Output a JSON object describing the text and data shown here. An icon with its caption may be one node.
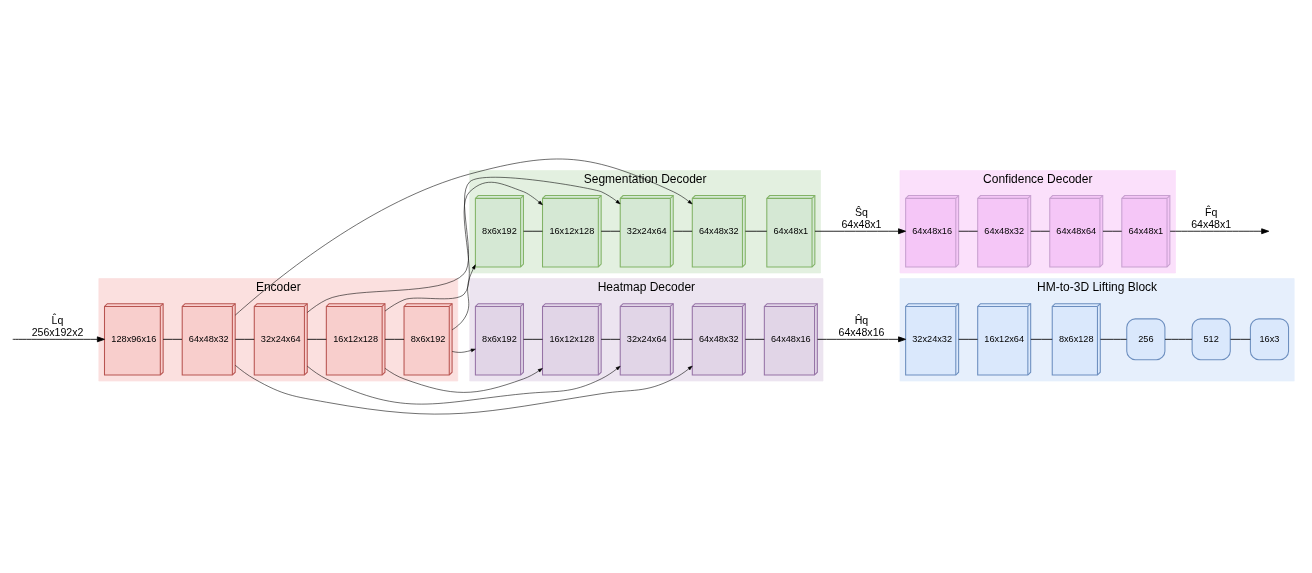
{
  "diagram": {
    "nodes": [
      {
        "text": [
          "Encoder"
        ]
      },
      {
        "text": [
          "128x96x16"
        ],
        "in": 0
      },
      {
        "text": [
          "64x48x32"
        ],
        "in": 0
      },
      {
        "text": [
          "32x24x64"
        ],
        "in": 0
      },
      {
        "text": [
          "16x12x128"
        ],
        "in": 0
      },
      {
        "text": [
          "8x6x192"
        ],
        "in": 0
      },
      {
        "text": [
          "Segmentation Decoder"
        ]
      },
      {
        "text": [
          "8x6x192"
        ],
        "in": 6
      },
      {
        "text": [
          "16x12x128"
        ],
        "in": 6
      },
      {
        "text": [
          "32x24x64"
        ],
        "in": 6
      },
      {
        "text": [
          "64x48x32"
        ],
        "in": 6
      },
      {
        "text": [
          "64x48x1"
        ],
        "in": 6
      },
      {
        "text": [
          "Heatmap Decoder"
        ]
      },
      {
        "text": [
          "8x6x192"
        ],
        "in": 12
      },
      {
        "text": [
          "16x12x128"
        ],
        "in": 12
      },
      {
        "text": [
          "32x24x64"
        ],
        "in": 12
      },
      {
        "text": [
          "64x48x32"
        ],
        "in": 12
      },
      {
        "text": [
          "64x48x16"
        ],
        "in": 12
      },
      {
        "text": [
          "Confidence Decoder"
        ]
      },
      {
        "text": [
          "64x48x16"
        ],
        "in": 18
      },
      {
        "text": [
          "64x48x32"
        ],
        "in": 18
      },
      {
        "text": [
          "64x48x64"
        ],
        "in": 18
      },
      {
        "text": [
          "64x48x1"
        ],
        "in": 18
      },
      {
        "text": [
          "HM-to-3D Lifting Block"
        ]
      },
      {
        "text": [
          "32x24x32"
        ],
        "in": 23
      },
      {
        "text": [
          "16x12x64"
        ],
        "in": 23
      },
      {
        "text": [
          "8x6x128"
        ],
        "in": 23
      },
      {
        "text": [
          "256"
        ],
        "in": 23
      },
      {
        "text": [
          "512"
        ],
        "in": 23
      },
      {
        "text": [
          "16x3"
        ],
        "in": 23
      }
    ],
    "edges": [
      {
        "from": null,
        "to": 1,
        "arrow": "to",
        "label": "L̂q 256x192x2"
      },
      {
        "from": 1,
        "to": 2,
        "arrow": "none"
      },
      {
        "from": 2,
        "to": 3,
        "arrow": "none"
      },
      {
        "from": 3,
        "to": 4,
        "arrow": "none"
      },
      {
        "from": 4,
        "to": 5,
        "arrow": "none"
      },
      {
        "from": 5,
        "to": 7,
        "arrow": "to"
      },
      {
        "from": 5,
        "to": 13,
        "arrow": "to"
      },
      {
        "from": 4,
        "to": 8,
        "arrow": "to"
      },
      {
        "from": 4,
        "to": 14,
        "arrow": "to"
      },
      {
        "from": 3,
        "to": 9,
        "arrow": "to"
      },
      {
        "from": 3,
        "to": 15,
        "arrow": "to"
      },
      {
        "from": 2,
        "to": 10,
        "arrow": "to"
      },
      {
        "from": 2,
        "to": 16,
        "arrow": "to"
      },
      {
        "from": 7,
        "to": 8,
        "arrow": "none"
      },
      {
        "from": 8,
        "to": 9,
        "arrow": "none"
      },
      {
        "from": 9,
        "to": 10,
        "arrow": "none"
      },
      {
        "from": 10,
        "to": 11,
        "arrow": "none"
      },
      {
        "from": 11,
        "to": 19,
        "arrow": "to",
        "label": "Ŝq 64x48x1"
      },
      {
        "from": 19,
        "to": 20,
        "arrow": "none"
      },
      {
        "from": 20,
        "to": 21,
        "arrow": "none"
      },
      {
        "from": 21,
        "to": 22,
        "arrow": "none"
      },
      {
        "from": 22,
        "to": null,
        "arrow": "to",
        "label": "F̂q 64x48x1"
      },
      {
        "from": 13,
        "to": 14,
        "arrow": "none"
      },
      {
        "from": 14,
        "to": 15,
        "arrow": "none"
      },
      {
        "from": 15,
        "to": 16,
        "arrow": "none"
      },
      {
        "from": 16,
        "to": 17,
        "arrow": "none"
      },
      {
        "from": 17,
        "to": 24,
        "arrow": "to",
        "label": "Ĥq 64x48x16"
      },
      {
        "from": 24,
        "to": 25,
        "arrow": "none"
      },
      {
        "from": 25,
        "to": 26,
        "arrow": "none"
      },
      {
        "from": 26,
        "to": 27,
        "arrow": "none"
      },
      {
        "from": 27,
        "to": 28,
        "arrow": "none"
      },
      {
        "from": 28,
        "to": 29,
        "arrow": "none"
      }
    ]
  }
}
